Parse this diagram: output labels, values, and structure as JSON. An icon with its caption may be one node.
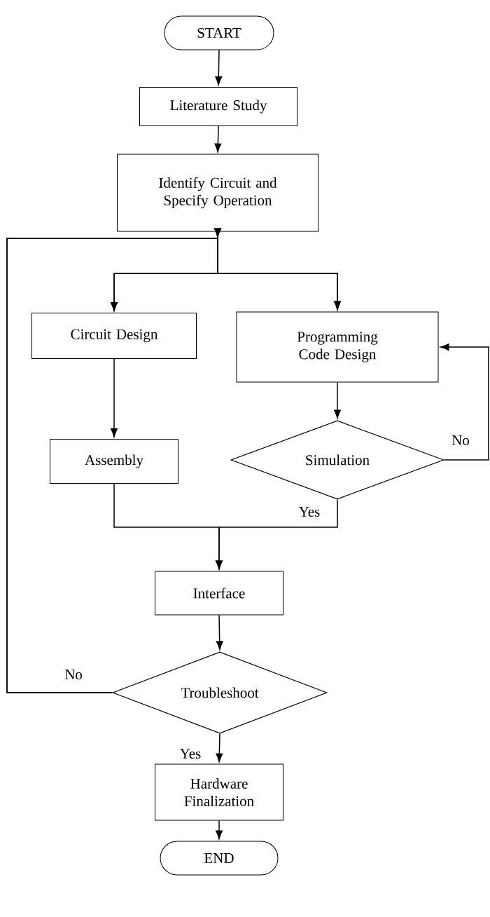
{
  "diagram": {
    "nodes": [
      {
        "text": [
          "START"
        ]
      },
      {
        "text": [
          "Literature Study"
        ]
      },
      {
        "text": [
          "Identify Circuit and Specify Operation"
        ]
      },
      {
        "text": [
          "Circuit Design"
        ]
      },
      {
        "text": [
          "Programming Code Design"
        ]
      },
      {
        "text": [
          "Assembly"
        ]
      },
      {
        "text": [
          "Simulation"
        ]
      },
      {
        "text": [
          "Interface"
        ]
      },
      {
        "text": [
          "Troubleshoot"
        ]
      },
      {
        "text": [
          "Hardware Finalization"
        ]
      },
      {
        "text": [
          "END"
        ]
      }
    ],
    "edges": [
      {
        "from": 0,
        "to": 1,
        "arrow": "to"
      },
      {
        "from": 1,
        "to": 2,
        "arrow": "to"
      },
      {
        "from": 2,
        "to": 3,
        "arrow": "to"
      },
      {
        "from": 2,
        "to": 4,
        "arrow": "to"
      },
      {
        "from": 3,
        "to": 5,
        "arrow": "to"
      },
      {
        "from": 4,
        "to": 6,
        "arrow": "to"
      },
      {
        "from": 6,
        "to": 4,
        "arrow": "to",
        "label": "No"
      },
      {
        "from": 5,
        "to": 7,
        "arrow": "to"
      },
      {
        "from": 6,
        "to": 7,
        "arrow": "to",
        "label": "Yes"
      },
      {
        "from": 7,
        "to": 8,
        "arrow": "to"
      },
      {
        "from": 8,
        "to": 3,
        "arrow": "to",
        "label": "No"
      },
      {
        "from": 8,
        "to": 4,
        "arrow": "to"
      },
      {
        "from": 8,
        "to": 9,
        "arrow": "to",
        "label": "Yes"
      },
      {
        "from": 9,
        "to": 10,
        "arrow": "to"
      }
    ]
  }
}
